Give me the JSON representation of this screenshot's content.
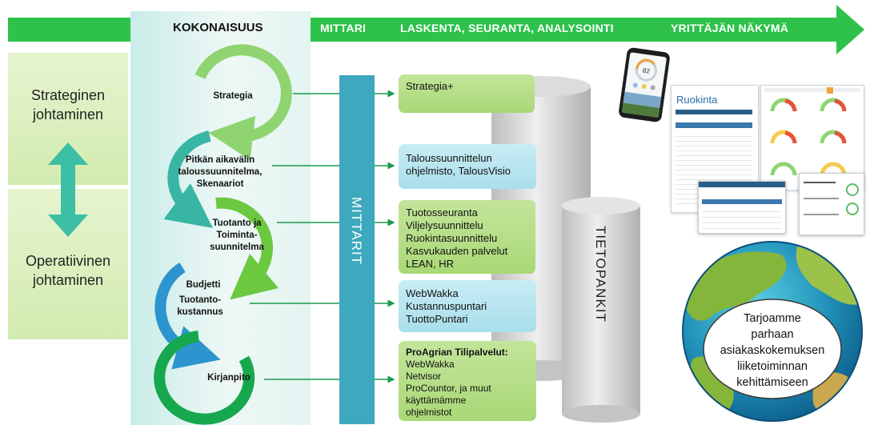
{
  "header": {
    "segments": [
      "MITTARI",
      "LASKENTA, SEURANTA, ANALYSOINTI",
      "YRITTÄJÄN NÄKYMÄ"
    ]
  },
  "kokonaisuus": {
    "title": "KOKONAISUUS",
    "stages": [
      {
        "lines": [
          "Strategia"
        ]
      },
      {
        "lines": [
          "Pitkän aikavälin",
          "taloussuunnitelma,",
          "Skenaariot"
        ]
      },
      {
        "lines": [
          "Tuotanto ja",
          "Toiminta-",
          "suunnitelma"
        ]
      },
      {
        "lines": [
          "Budjetti"
        ]
      },
      {
        "lines": [
          "Tuotanto-",
          "kustannus"
        ]
      },
      {
        "lines": [
          "Kirjanpito"
        ]
      }
    ]
  },
  "side": {
    "top": [
      "Strateginen",
      "johtaminen"
    ],
    "bottom": [
      "Operatiivinen",
      "johtaminen"
    ]
  },
  "mittarit_label": "MITTARIT",
  "tietopankit_label": "TIETOPANKIT",
  "tools": [
    {
      "lines": [
        "Strategia+"
      ]
    },
    {
      "lines": [
        "Taloussuunnittelun",
        "ohjelmisto, TalousVisio"
      ]
    },
    {
      "lines": [
        "Tuotosseuranta",
        "Viljelysuunnittelu",
        "Ruokintasuunnittelu",
        "Kasvukauden palvelut",
        "LEAN, HR"
      ]
    },
    {
      "lines": [
        "WebWakka",
        "Kustannuspuntari",
        "TuottoPuntari"
      ]
    },
    {
      "heading": "ProAgrian Tilipalvelut:",
      "lines": [
        "WebWakka",
        "Netvisor",
        "ProCountor, ja muut",
        "käyttämämme",
        "ohjelmistot"
      ]
    }
  ],
  "dashboard": {
    "phone_value": "82",
    "title": "Ruokinta"
  },
  "globe": {
    "lines": [
      "Tarjoamme",
      "parhaan",
      "asiakaskokemuksen",
      "liiketoiminnan",
      "kehittämiseen"
    ]
  },
  "colors": {
    "arrow_green": "#2ec24a",
    "kok_panel": "#d6f0ec",
    "mittari_bar": "#3ea8bf",
    "cycle_dark": "#17a84e",
    "cycle_light": "#8fd470",
    "cycle_teal": "#39b5a4",
    "cycle_blue": "#2c95cf"
  }
}
